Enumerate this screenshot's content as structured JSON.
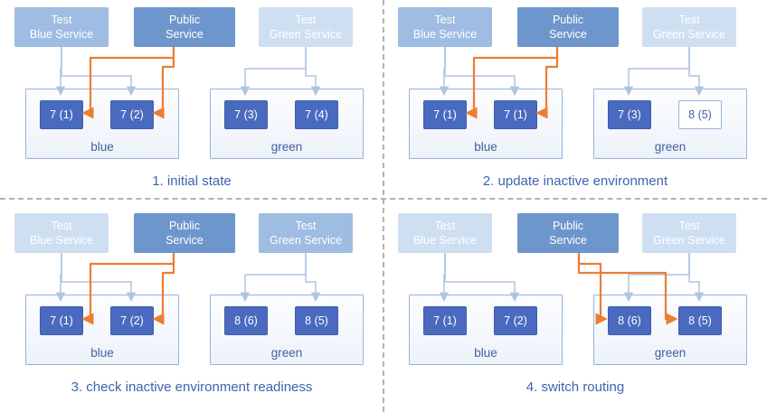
{
  "colors": {
    "service_light": "#9fbce2",
    "service_faded": "#cfdff2",
    "service_public": "#6d96cc",
    "pod_fill": "#4a6abf",
    "pod_border": "#3f5dae",
    "pod_new_bg": "#ffffff",
    "pod_new_text": "#44609f",
    "env_border": "#95b5dc",
    "env_label_text": "#44609f",
    "caption_text": "#3f63ad",
    "arrow_light": "#aec3e3",
    "arrow_orange": "#ed7d31",
    "divider": "#b3b3b3"
  },
  "panels": [
    {
      "caption": "1. initial state",
      "orange_target": "blue",
      "services": {
        "test_blue": {
          "line1": "Test",
          "line2": "Blue Service",
          "faded": false
        },
        "public": {
          "line1": "Public",
          "line2": "Service"
        },
        "test_green": {
          "line1": "Test",
          "line2": "Green Service",
          "faded": true
        }
      },
      "blue_env": {
        "label": "blue",
        "pods": [
          {
            "text": "7 (1)"
          },
          {
            "text": "7 (2)"
          }
        ]
      },
      "green_env": {
        "label": "green",
        "pods": [
          {
            "text": "7 (3)"
          },
          {
            "text": "7 (4)"
          }
        ]
      }
    },
    {
      "caption": "2. update inactive environment",
      "orange_target": "blue",
      "services": {
        "test_blue": {
          "line1": "Test",
          "line2": "Blue Service",
          "faded": false
        },
        "public": {
          "line1": "Public",
          "line2": "Service"
        },
        "test_green": {
          "line1": "Test",
          "line2": "Green Service",
          "faded": true
        }
      },
      "blue_env": {
        "label": "blue",
        "pods": [
          {
            "text": "7 (1)"
          },
          {
            "text": "7 (1)"
          }
        ]
      },
      "green_env": {
        "label": "green",
        "pods": [
          {
            "text": "7 (3)"
          },
          {
            "text": "8 (5)",
            "new": true
          }
        ]
      }
    },
    {
      "caption": "3. check inactive environment readiness",
      "orange_target": "blue",
      "services": {
        "test_blue": {
          "line1": "Test",
          "line2": "Blue Service",
          "faded": true
        },
        "public": {
          "line1": "Public",
          "line2": "Service"
        },
        "test_green": {
          "line1": "Test",
          "line2": "Green Service",
          "faded": false
        }
      },
      "blue_env": {
        "label": "blue",
        "pods": [
          {
            "text": "7 (1)"
          },
          {
            "text": "7 (2)"
          }
        ]
      },
      "green_env": {
        "label": "green",
        "pods": [
          {
            "text": "8 (6)"
          },
          {
            "text": "8 (5)"
          }
        ]
      }
    },
    {
      "caption": "4. switch routing",
      "orange_target": "green",
      "services": {
        "test_blue": {
          "line1": "Test",
          "line2": "Blue Service",
          "faded": true
        },
        "public": {
          "line1": "Public",
          "line2": "Service"
        },
        "test_green": {
          "line1": "Test",
          "line2": "Green Service",
          "faded": true
        }
      },
      "blue_env": {
        "label": "blue",
        "pods": [
          {
            "text": "7 (1)"
          },
          {
            "text": "7 (2)"
          }
        ]
      },
      "green_env": {
        "label": "green",
        "pods": [
          {
            "text": "8 (6)"
          },
          {
            "text": "8 (5)"
          }
        ]
      }
    }
  ]
}
